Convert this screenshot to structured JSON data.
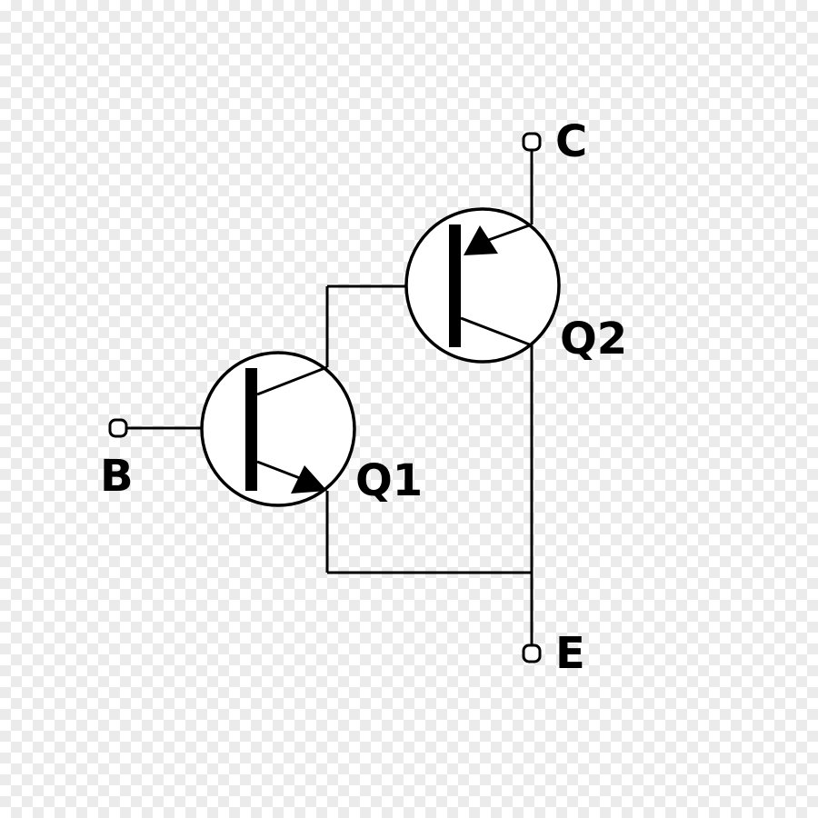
{
  "circuit": {
    "terminals": {
      "base": "B",
      "collector": "C",
      "emitter": "E"
    },
    "transistors": {
      "q1": "Q1",
      "q2": "Q2"
    }
  },
  "colors": {
    "line": "#000000",
    "background": "#ffffff",
    "checker": "#ebebeb"
  }
}
